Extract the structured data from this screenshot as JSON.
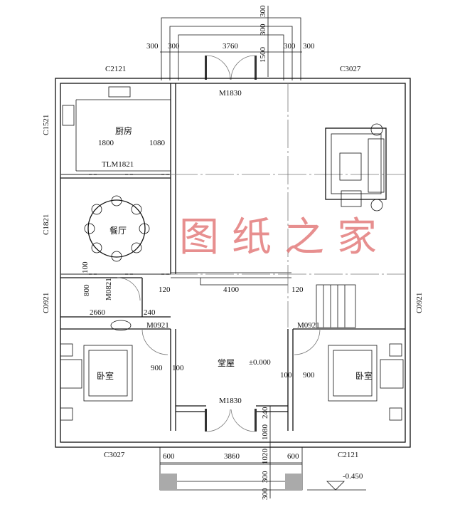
{
  "watermark": "图纸之家",
  "rooms": {
    "kitchen": "厨房",
    "dining": "餐厅",
    "bedroom_left": "卧室",
    "bedroom_right": "卧室",
    "hall": "堂屋"
  },
  "elevations": {
    "hall": "±0.000",
    "outside": "-0.450"
  },
  "windows": {
    "top_left": "C2121",
    "top_right": "C3027",
    "left_kitchen": "C1521",
    "left_dining": "C1821",
    "left_bath": "C0921",
    "right": "C0921",
    "bottom_left": "C3027",
    "bottom_right": "C2121"
  },
  "doors": {
    "front": "M1830",
    "back": "M1830",
    "kitchen_sliding": "TLM1821",
    "bath": "M0821",
    "bedroom_left": "M0921",
    "bedroom_right": "M0921"
  },
  "dimensions": {
    "top_porch": [
      "300",
      "300",
      "3760",
      "300",
      "300"
    ],
    "top_vertical": [
      "300",
      "300",
      "1500"
    ],
    "kitchen": [
      "1800",
      "1080"
    ],
    "bath": [
      "100",
      "800",
      "2660",
      "240"
    ],
    "hall": [
      "120",
      "4100",
      "120"
    ],
    "bedroom_left": [
      "900",
      "100"
    ],
    "bedroom_right": [
      "100",
      "900"
    ],
    "bottom_vertical": [
      "240",
      "1080",
      "1020",
      "300",
      "300"
    ],
    "bottom_porch": [
      "600",
      "3860",
      "600"
    ]
  }
}
